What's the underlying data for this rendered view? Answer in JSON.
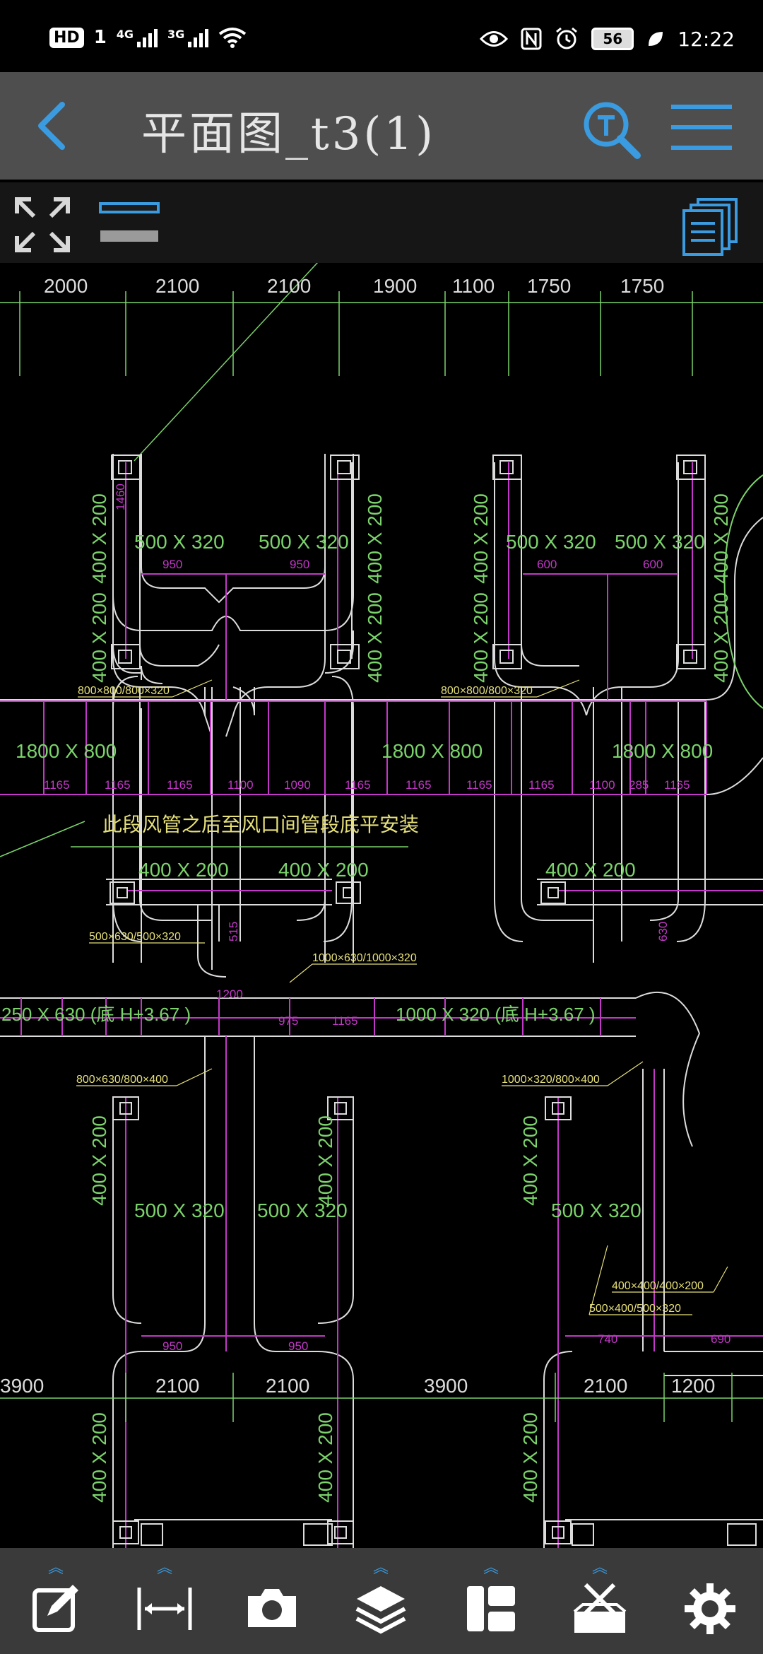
{
  "status_bar": {
    "hd": "HD",
    "sim": "1",
    "signal1": "4G",
    "signal2": "3G",
    "battery": "56",
    "time": "12:22"
  },
  "title_bar": {
    "title": "平面图_t3(1)",
    "icons": [
      "back-arrow-icon",
      "search-t-icon",
      "hamburger-menu-icon"
    ]
  },
  "toolbar": {
    "icons": [
      "expand-icon",
      "layers-toggle-icon",
      "documents-icon"
    ]
  },
  "drawing": {
    "top_dimensions": [
      "2000",
      "2100",
      "2100",
      "1900",
      "1100",
      "1750",
      "1750"
    ],
    "bottom_dimensions": [
      "3900",
      "2100",
      "2100",
      "3900",
      "2100",
      "1200"
    ],
    "note": "此段风管之后至风口间管段底平安装",
    "duct_labels_upper": [
      "800×800/800×320",
      "800×800/800×320"
    ],
    "size_labels_upper": [
      "400 X 200",
      "500 X 320",
      "1800 X 800"
    ],
    "pink_dims_upper": [
      "1165",
      "1165",
      "1165",
      "1100",
      "1090",
      "1165",
      "1165",
      "1165",
      "1165",
      "1100",
      "285",
      "1165"
    ],
    "duct_labels_lower": [
      "500×630/500×320",
      "1000×630/1000×320",
      "800×630/800×400",
      "1000×320/800×400",
      "400×400/400×200",
      "500×400/500×320"
    ],
    "main_duct_left": "250 X 630 (底 H+3.67 )",
    "main_duct_right": "1000 X 320 (底 H+3.67 )",
    "small_dims": [
      "950",
      "950",
      "600",
      "600",
      "1460",
      "1200",
      "975",
      "1165",
      "740",
      "690",
      "515",
      "630"
    ]
  },
  "bottom_nav": {
    "icons": [
      "edit-note-icon",
      "measure-icon",
      "camera-icon",
      "layers-icon",
      "layout-icon",
      "toolbox-icon",
      "settings-gear-icon"
    ]
  },
  "colors": {
    "accent": "#3a9be0",
    "cad_green": "#7bd36b",
    "cad_magenta": "#c338c8",
    "cad_yellow": "#e6e07a",
    "cad_white": "#dcdcdc"
  }
}
